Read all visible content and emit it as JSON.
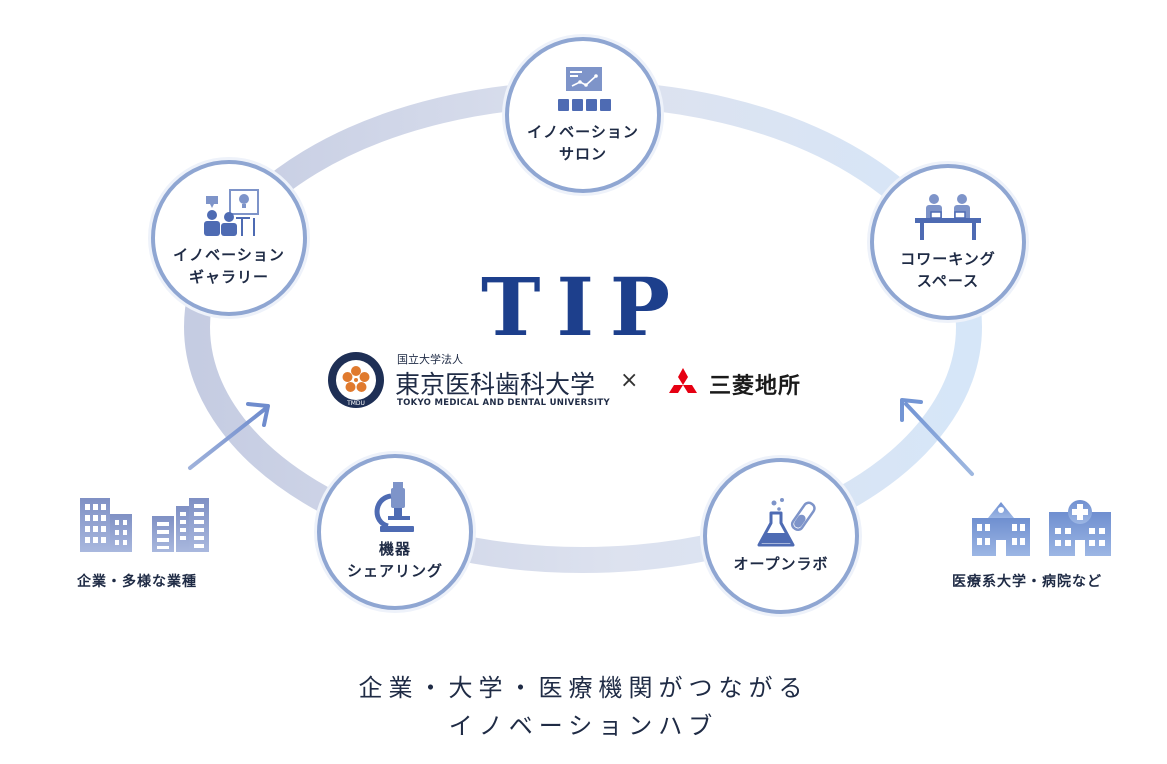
{
  "title": "TIP",
  "partners": {
    "tmdu_small": "国立大学法人",
    "tmdu_name": "東京医科歯科大学",
    "tmdu_en": "TOKYO MEDICAL AND DENTAL UNIVERSITY",
    "tmdu_seal_text": "TMDU",
    "separator": "×",
    "mec_name": "三菱地所"
  },
  "nodes": [
    {
      "id": "salon",
      "label": "イノベーション\nサロン",
      "icon": "presentation-board-icon"
    },
    {
      "id": "gallery",
      "label": "イノベーション\nギャラリー",
      "icon": "meeting-lightbulb-icon"
    },
    {
      "id": "coworking",
      "label": "コワーキング\nスペース",
      "icon": "desk-people-icon"
    },
    {
      "id": "sharing",
      "label": "機器\nシェアリング",
      "icon": "microscope-icon"
    },
    {
      "id": "openlab",
      "label": "オープンラボ",
      "icon": "flask-test-tube-icon"
    }
  ],
  "left_group": {
    "label": "企業・多様な業種",
    "icons": [
      "office-building-icon",
      "office-buildings-icon"
    ]
  },
  "right_group": {
    "label": "医療系大学・病院など",
    "icons": [
      "university-building-icon",
      "hospital-icon"
    ]
  },
  "caption": {
    "line1": "企業・大学・医療機関がつながる",
    "line2": "イノベーションハブ"
  },
  "colors": {
    "ring_left": "#c9d0e4",
    "ring_right": "#d9e7f8",
    "node_border": "#8fa6d2",
    "title_blue": "#1d3f8c",
    "mitsubishi_red": "#e60012"
  }
}
